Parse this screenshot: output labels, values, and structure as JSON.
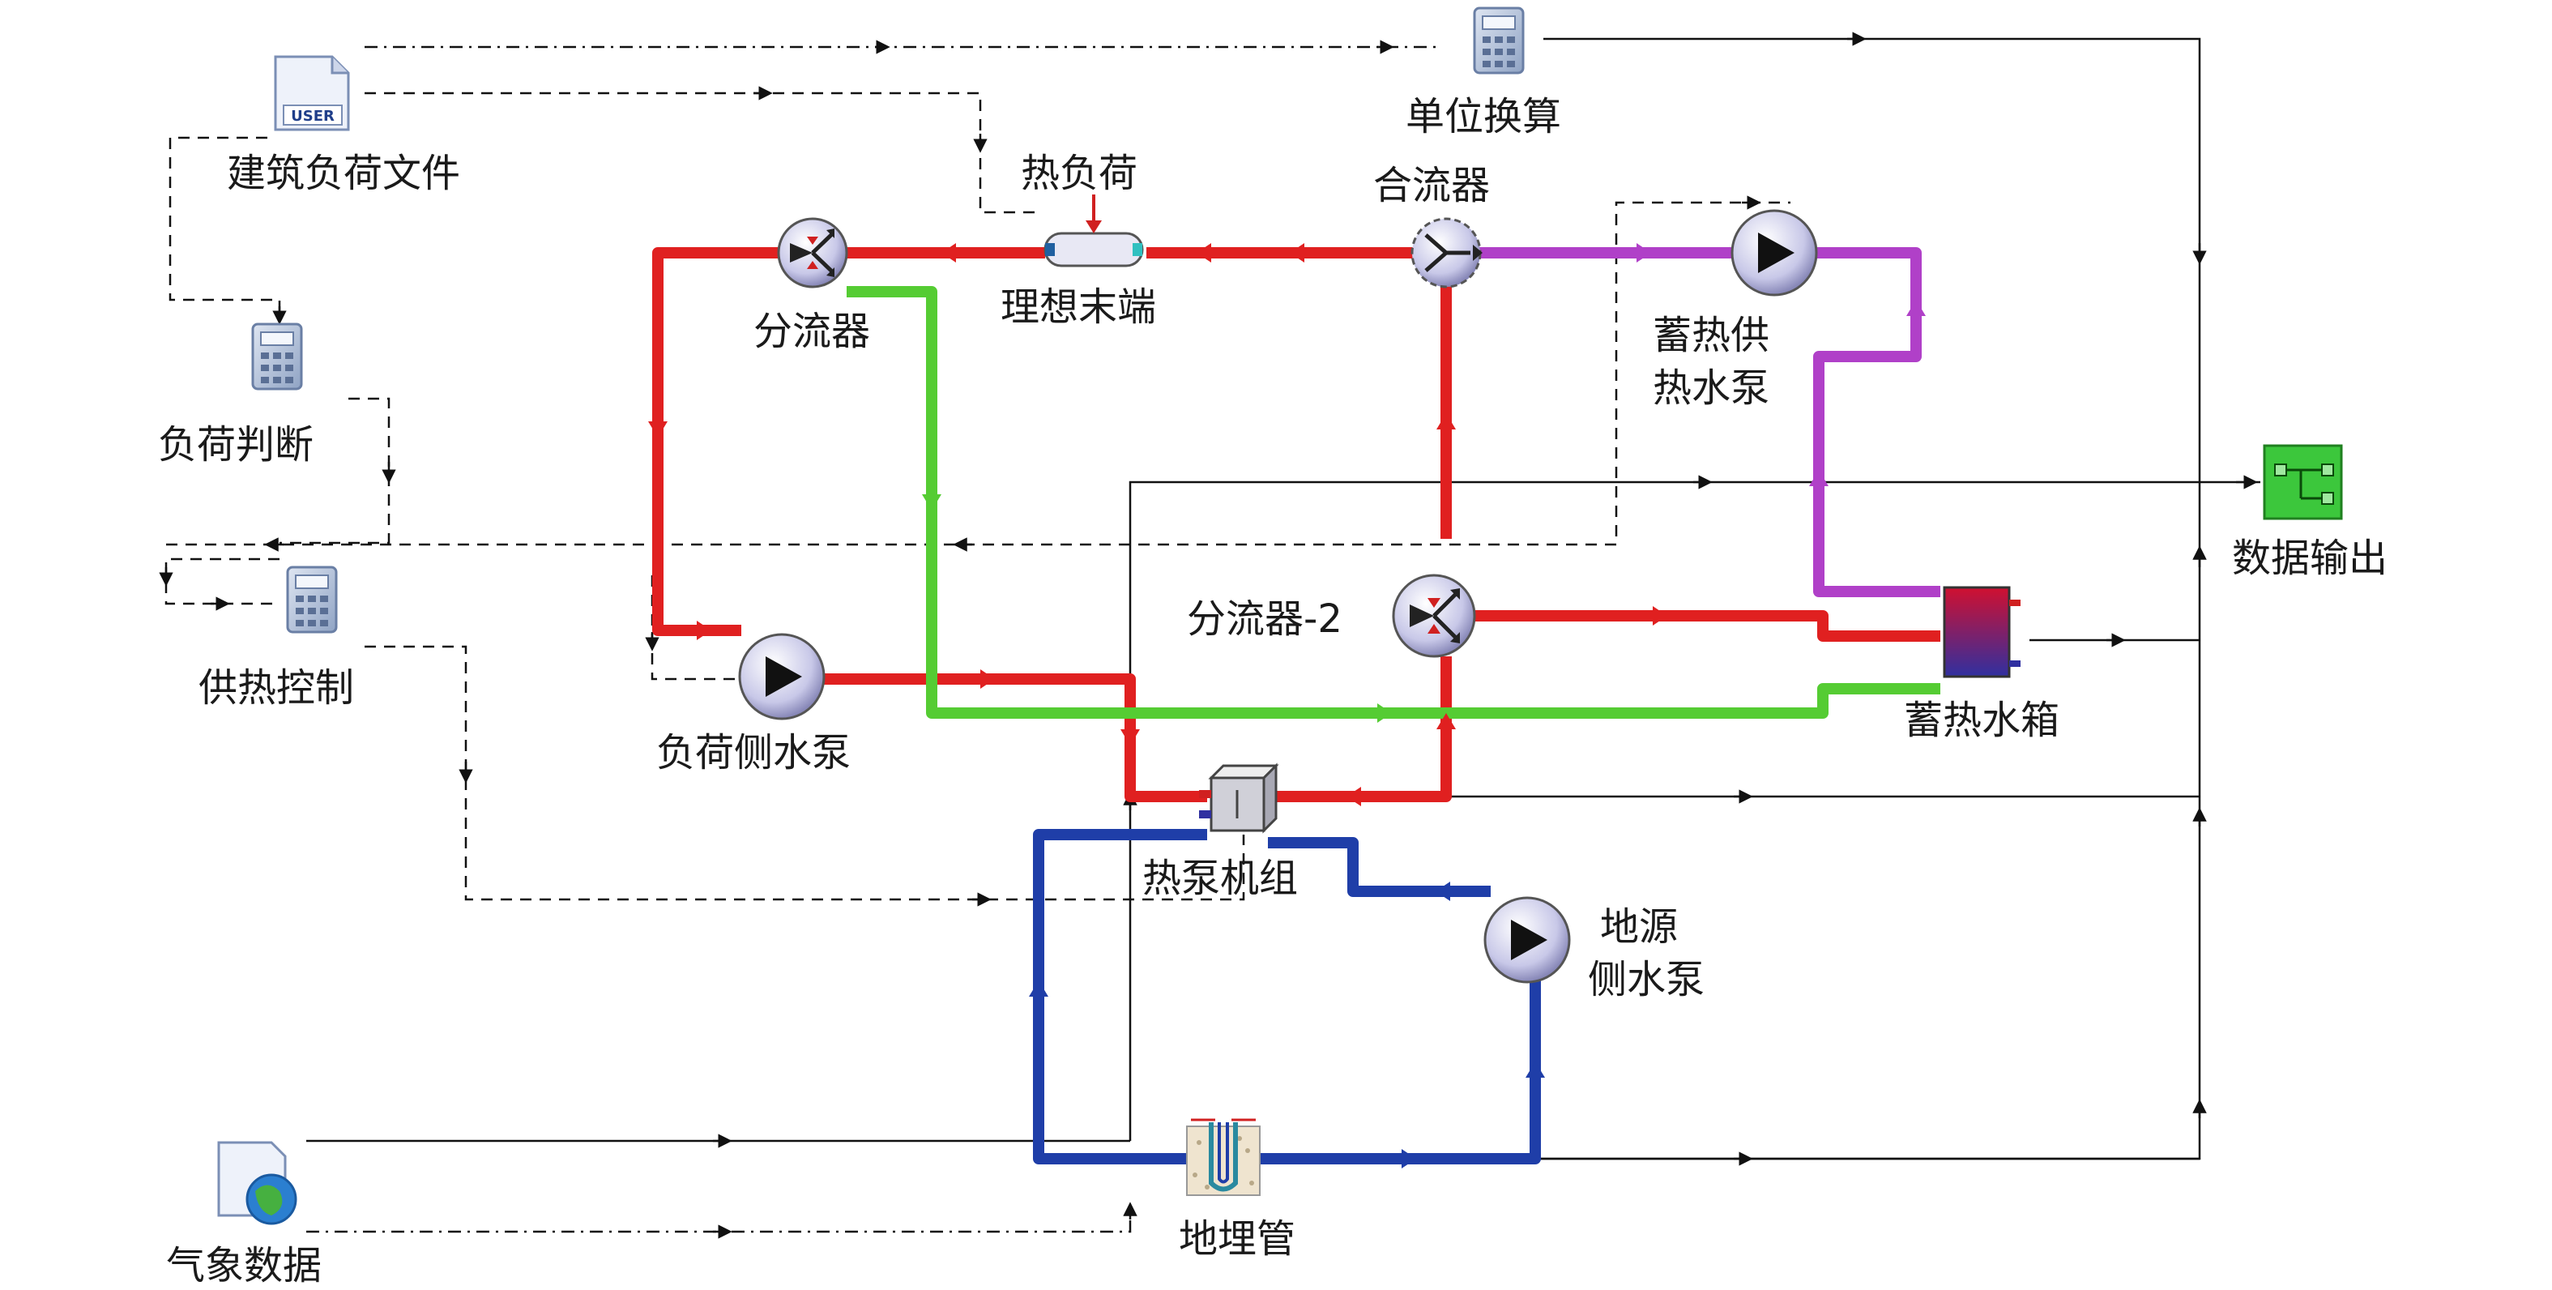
{
  "labels": {
    "building_load_file": "建筑负荷文件",
    "load_judge": "负荷判断",
    "heat_control": "供热控制",
    "weather_data": "气象数据",
    "unit_conversion": "单位换算",
    "heat_load": "热负荷",
    "ideal_terminal": "理想末端",
    "diverter": "分流器",
    "mixer": "合流器",
    "diverter2": "分流器-2",
    "load_pump": "负荷侧水泵",
    "storage_pump_line1": "蓄热供",
    "storage_pump_line2": "热水泵",
    "storage_tank": "蓄热水箱",
    "heat_pump_unit": "热泵机组",
    "ground_pump_line1": "地源",
    "ground_pump_line2": "侧水泵",
    "ground_pipe": "地埋管",
    "data_output": "数据输出",
    "user_icon_text": "USER"
  },
  "icons": {
    "user_file": "user-file-icon",
    "calculator": "calculator-icon",
    "weather_file": "weather-file-icon",
    "pump": "pump-icon",
    "diverter": "diverter-icon",
    "mixer": "mixer-icon",
    "tank": "storage-tank-icon",
    "heat_pump": "heat-pump-icon",
    "ground_pipe": "ground-pipe-icon",
    "terminal": "ideal-terminal-icon",
    "output": "data-output-icon"
  },
  "colors": {
    "hot_water": "#e02020",
    "return_water": "#55cc33",
    "ground_loop": "#1f3ea8",
    "storage_loop": "#b040c8",
    "signal": "#111111"
  }
}
